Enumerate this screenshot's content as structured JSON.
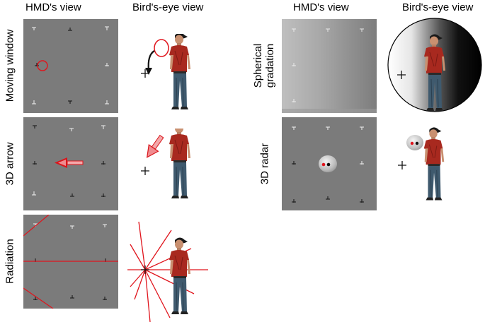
{
  "column_headers": {
    "left_hmd": "HMD's view",
    "left_bird": "Bird's-eye view",
    "right_hmd": "HMD's view",
    "right_bird": "Bird's-eye view"
  },
  "rows": {
    "moving_window": "Moving window",
    "arrow_3d": "3D arrow",
    "radiation": "Radiation",
    "spherical_line1": "Spherical",
    "spherical_line2": "gradation",
    "radar_3d": "3D radar"
  },
  "colors": {
    "panel_gray": "#7b7b7b",
    "marker_red": "#e0141c",
    "arrow_red": "#d9151b"
  }
}
